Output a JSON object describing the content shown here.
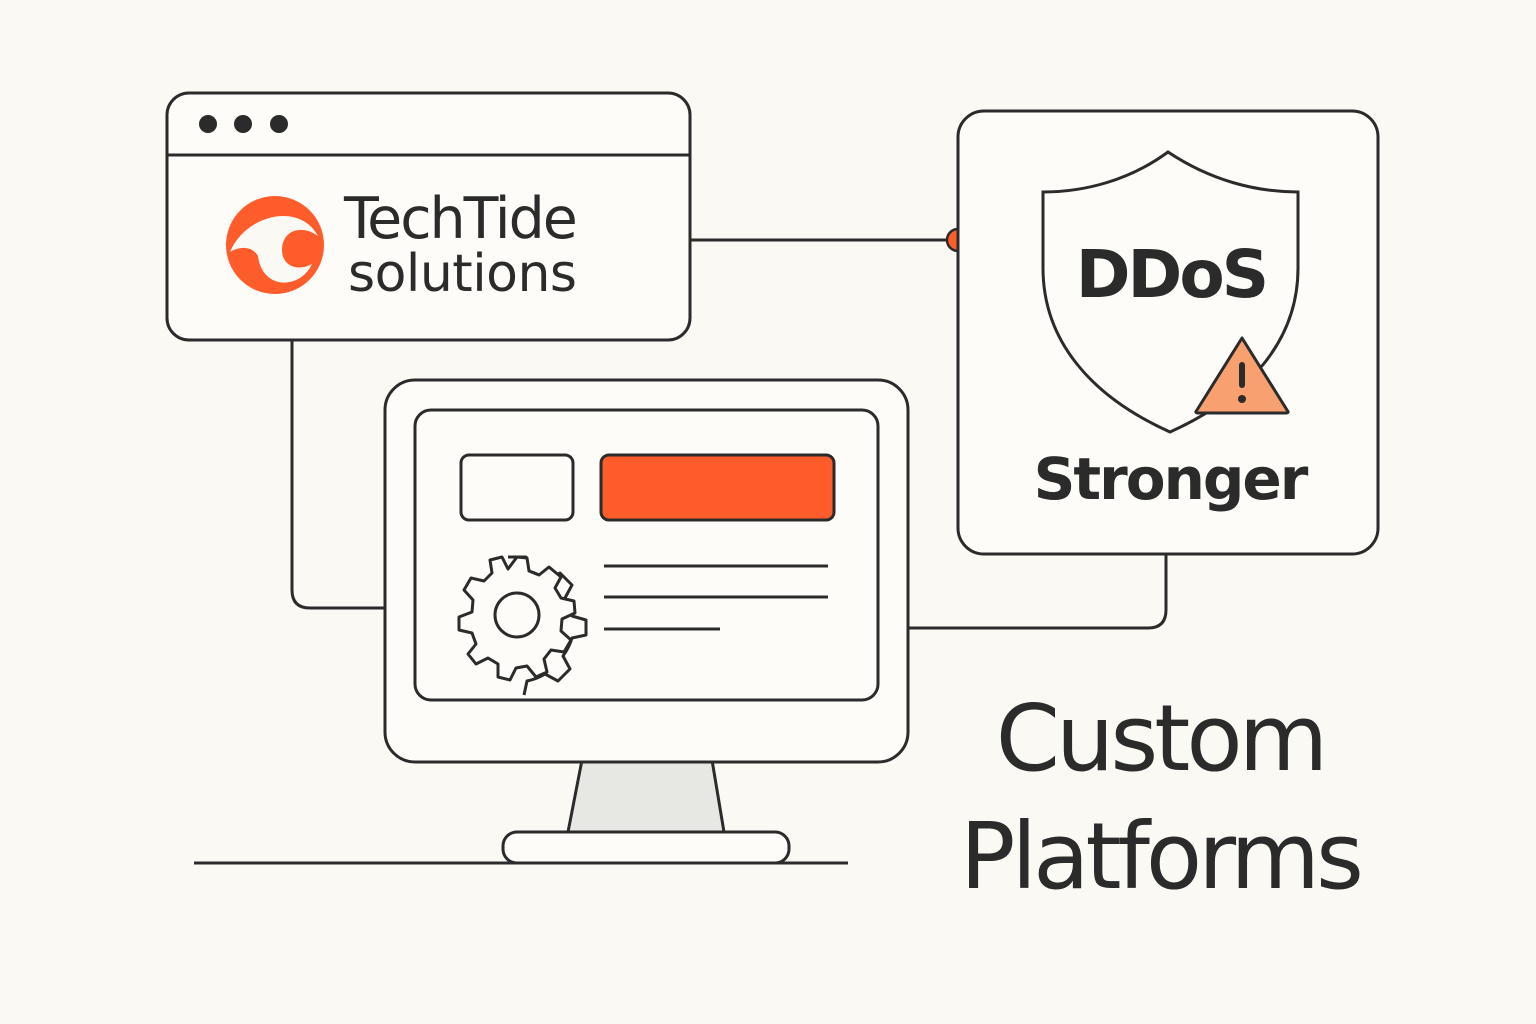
{
  "brand": {
    "name": "TechTide",
    "subtitle": "solutions",
    "logo_icon": "wave-logo-icon"
  },
  "security_card": {
    "title": "DDoS",
    "caption": "Stronger",
    "shield_icon": "shield-icon",
    "warning_icon": "warning-triangle-icon"
  },
  "dashboard": {
    "settings_icon": "gear-icon"
  },
  "headline": {
    "line1": "Custom",
    "line2": "Platforms"
  },
  "colors": {
    "accent": "#ff5c2b",
    "accent_light": "#f8a070",
    "stroke": "#2b2b2b",
    "background": "#fbf9f3",
    "stand_fill": "#e7e7e4"
  }
}
